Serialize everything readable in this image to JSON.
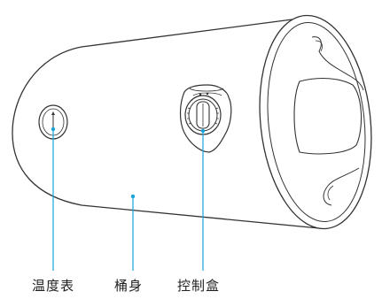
{
  "callouts": [
    {
      "label": "温度表"
    },
    {
      "label": "桶身"
    },
    {
      "label": "控制盒"
    }
  ],
  "colors": {
    "outline": "#333333",
    "callout_line": "#1aa3d9",
    "background": "#ffffff"
  },
  "icons": {
    "thermometer": "thermometer-gauge-icon",
    "control_knob": "control-knob-icon"
  }
}
